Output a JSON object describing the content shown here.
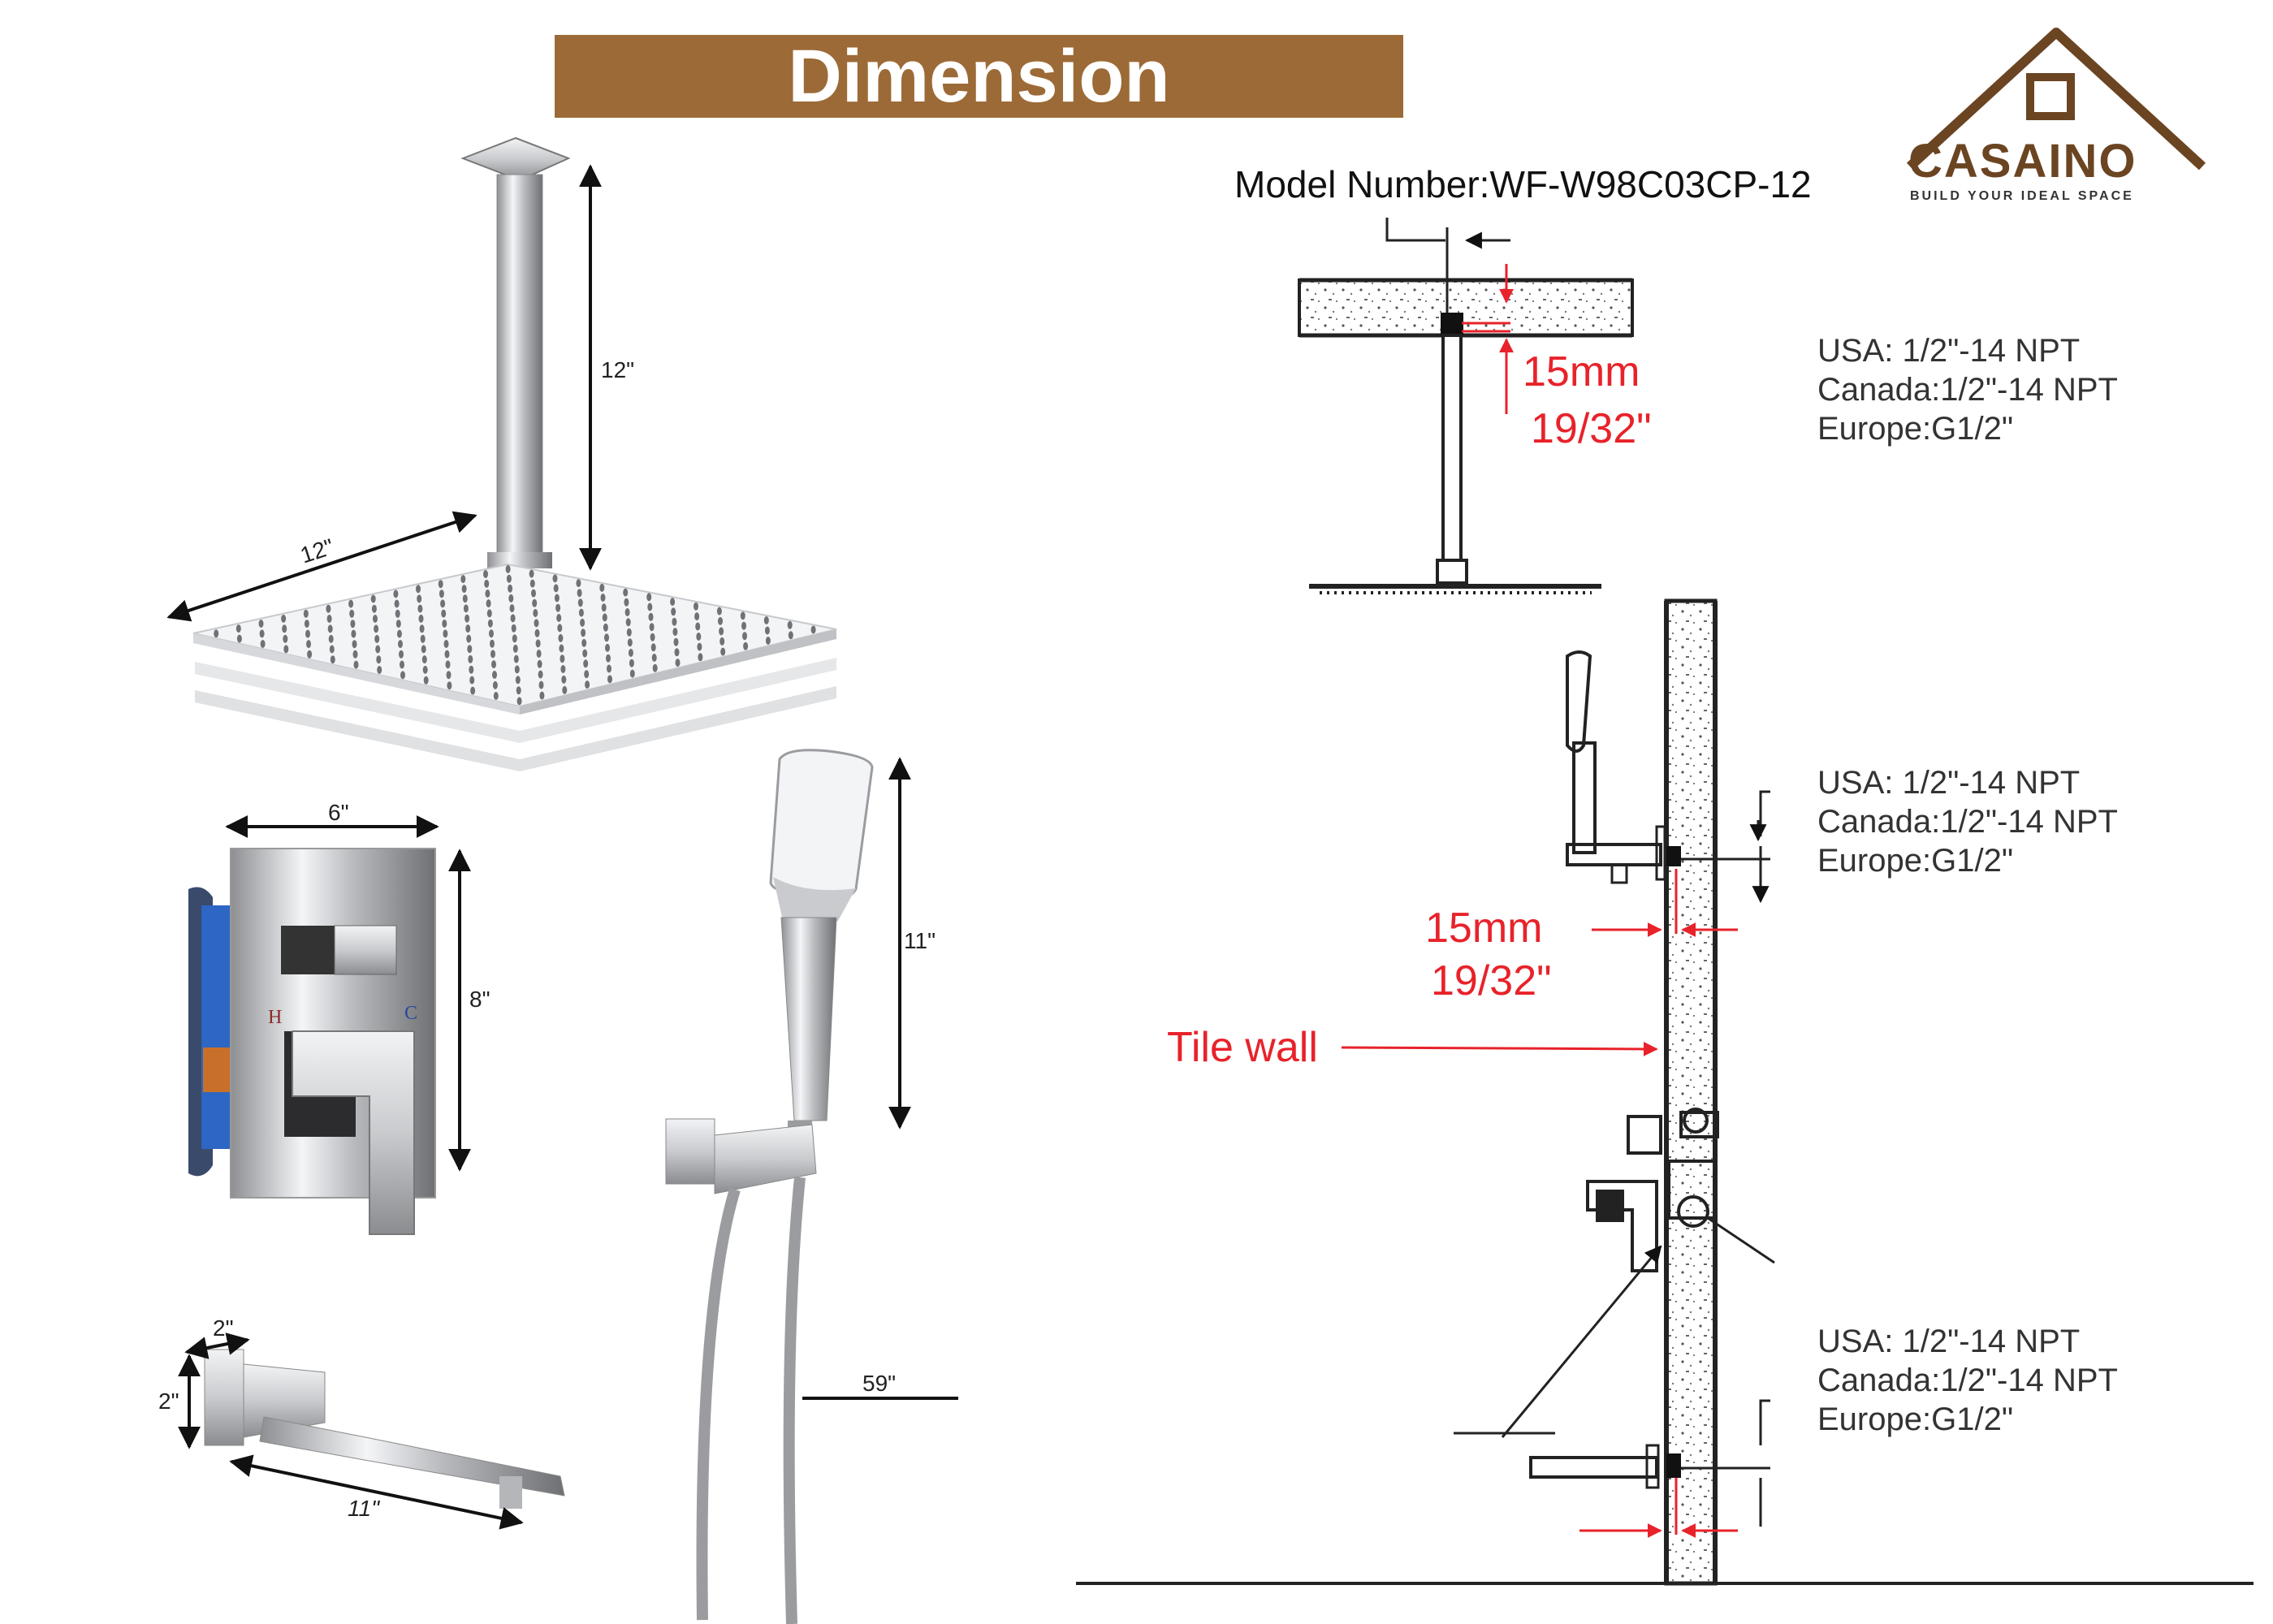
{
  "title": "Dimension",
  "model_number": "Model Number:WF-W98C03CP-12",
  "brand": {
    "name": "CASAINO",
    "tagline": "BUILD YOUR IDEAL SPACE",
    "color": "#6b4422"
  },
  "banner_color": "#9c6a36",
  "accent_red": "#e8222a",
  "product_dims": {
    "arm_height": "12\"",
    "head_width": "12\"",
    "valve_width": "6\"",
    "valve_height": "8\"",
    "handheld_height": "11\"",
    "hose_length": "59\"",
    "spout_width": "2\"",
    "spout_height": "2\"",
    "spout_length": "11\""
  },
  "valve_marks": {
    "hot": "H",
    "cold": "C"
  },
  "install": {
    "ceiling_spec": [
      "USA: 1/2\"-14 NPT",
      "Canada:1/2\"-14 NPT",
      "Europe:G1/2\""
    ],
    "wall_spec_1": [
      "USA: 1/2\"-14 NPT",
      "Canada:1/2\"-14 NPT",
      "Europe:G1/2\""
    ],
    "wall_spec_2": [
      "USA: 1/2\"-14 NPT",
      "Canada:1/2\"-14 NPT",
      "Europe:G1/2\""
    ],
    "depth_mm": "15mm",
    "depth_in": "19/32\"",
    "tile_wall_label": "Tile wall"
  }
}
